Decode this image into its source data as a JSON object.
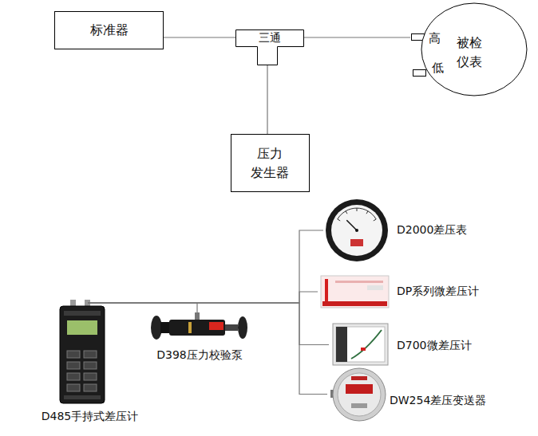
{
  "diagram": {
    "nodes": [
      {
        "text": [
          "标准器"
        ]
      },
      {
        "text": [
          "三通"
        ]
      },
      {
        "text": [
          "被检 仪表"
        ]
      },
      {
        "text": [
          "压力 发生器"
        ]
      },
      {
        "text": [
          "D485手持式差压计"
        ]
      },
      {
        "text": [
          "D398压力校验泵"
        ]
      },
      {
        "text": [
          "D2000差压表"
        ]
      },
      {
        "text": [
          "DP系列微差压计"
        ]
      },
      {
        "text": [
          "D700微差压计"
        ]
      },
      {
        "text": [
          "DW254差压变送器"
        ]
      }
    ],
    "edges": [
      {
        "from": 0,
        "to": 1,
        "arrow": "none"
      },
      {
        "from": 1,
        "to": 2,
        "arrow": "none"
      },
      {
        "from": 1,
        "to": 3,
        "arrow": "none"
      },
      {
        "from": 4,
        "to": 5,
        "arrow": "none"
      },
      {
        "from": 4,
        "to": 6,
        "arrow": "none"
      },
      {
        "from": 4,
        "to": 7,
        "arrow": "none"
      },
      {
        "from": 4,
        "to": 8,
        "arrow": "none"
      },
      {
        "from": 4,
        "to": 9,
        "arrow": "none"
      }
    ],
    "labels": [
      "高",
      "低"
    ]
  }
}
